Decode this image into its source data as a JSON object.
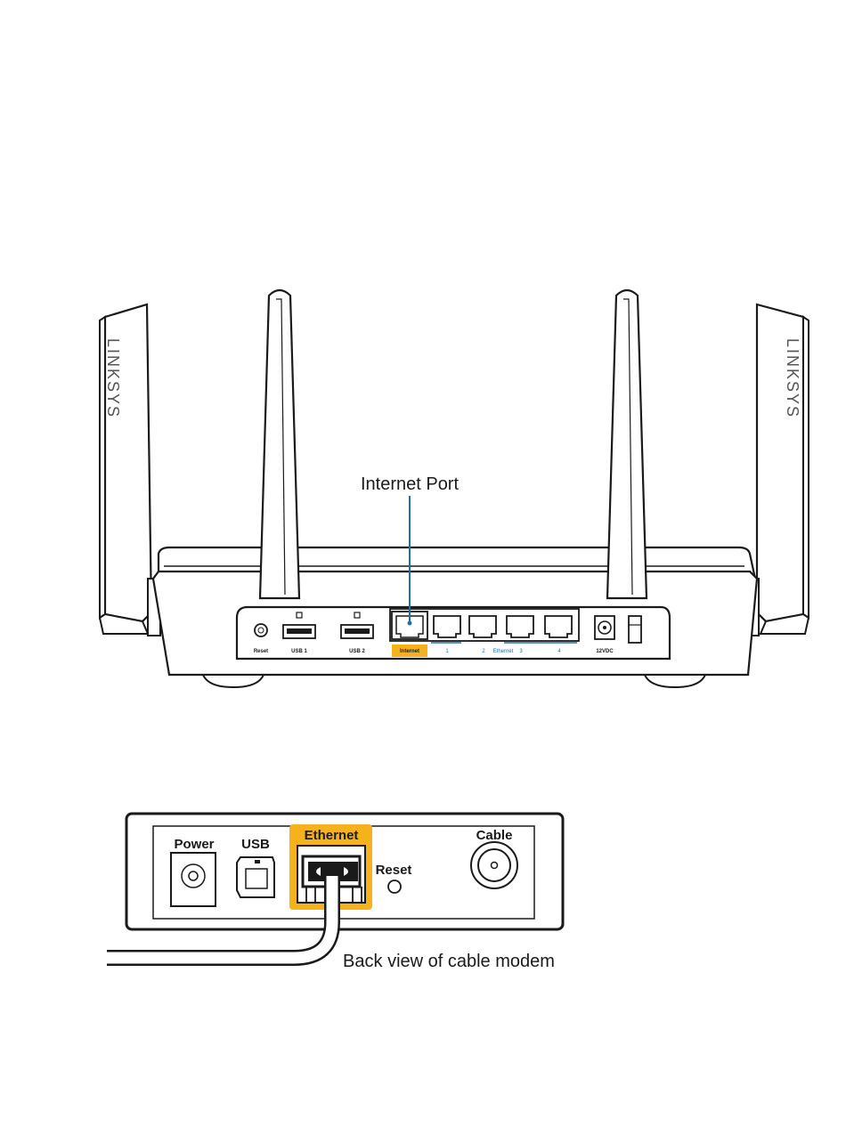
{
  "router": {
    "brand_left": "LINKSYS",
    "brand_right": "LINKSYS",
    "callout": "Internet Port",
    "labels": {
      "reset": "Reset",
      "usb1": "USB 1",
      "usb2": "USB 2",
      "internet": "Internet",
      "port1": "1",
      "port2": "2",
      "ethernet": "Ethernet",
      "port3": "3",
      "port4": "4",
      "power": "12VDC"
    }
  },
  "modem": {
    "labels": {
      "power": "Power",
      "usb": "USB",
      "ethernet": "Ethernet",
      "reset": "Reset",
      "cable": "Cable"
    },
    "caption": "Back view of cable modem"
  },
  "colors": {
    "highlight": "#f5b21b",
    "accent_blue": "#1f6fa8",
    "line": "#1a1a1a"
  }
}
